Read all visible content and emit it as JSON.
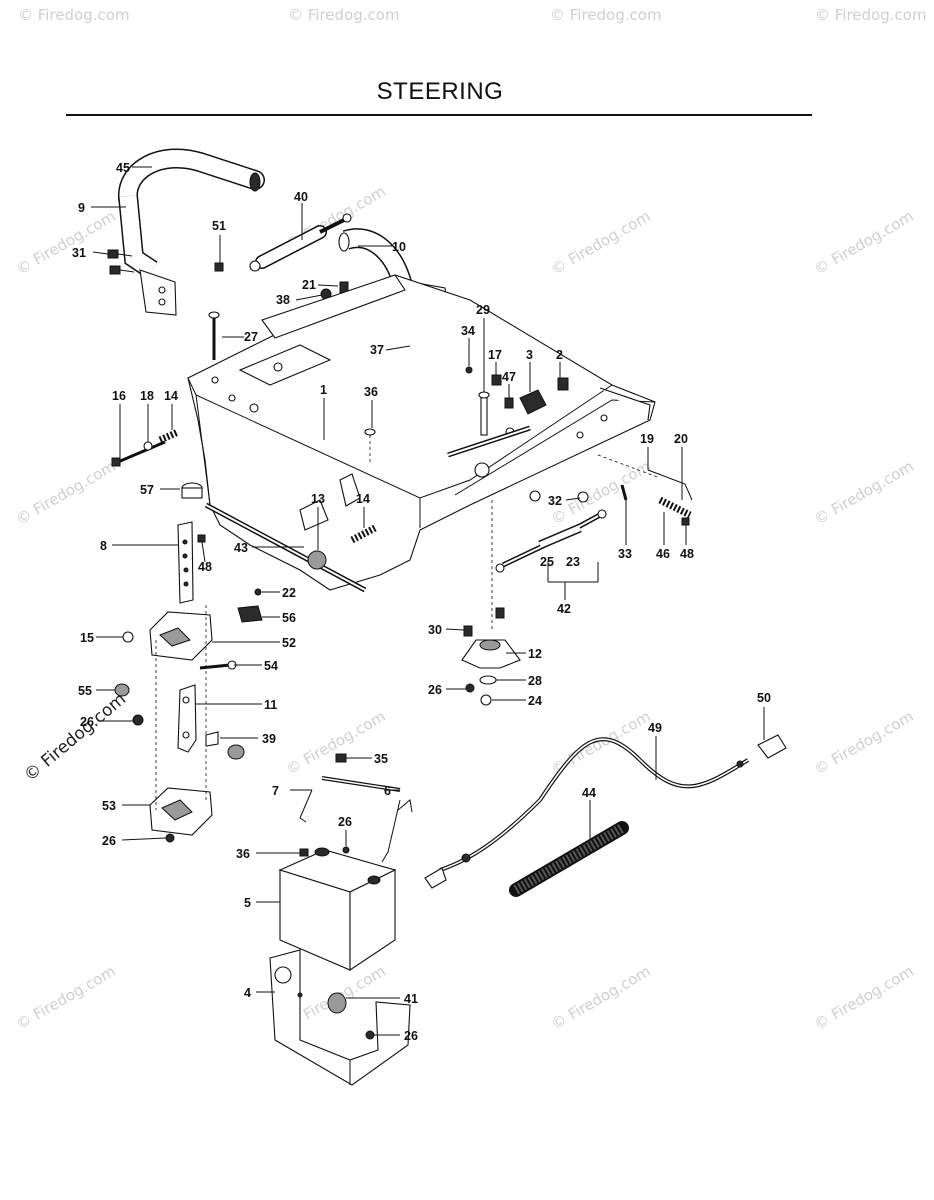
{
  "title": "STEERING",
  "watermark_text": "© Firedog.com",
  "side_watermark_text": "© Firedog.com",
  "callouts": {
    "c45": "45",
    "c9": "9",
    "c31": "31",
    "c40": "40",
    "c51": "51",
    "c10": "10",
    "c21": "21",
    "c38": "38",
    "c27": "27",
    "c37": "37",
    "c29": "29",
    "c34": "34",
    "c17": "17",
    "c3": "3",
    "c2": "2",
    "c47": "47",
    "c16": "16",
    "c18": "18",
    "c14a": "14",
    "c1": "1",
    "c36a": "36",
    "c19": "19",
    "c20": "20",
    "c57": "57",
    "c13": "13",
    "c14b": "14",
    "c32": "32",
    "c33": "33",
    "c46": "46",
    "c48a": "48",
    "c8": "8",
    "c43": "43",
    "c48b": "48",
    "c25": "25",
    "c23": "23",
    "c42": "42",
    "c22": "22",
    "c56": "56",
    "c15": "15",
    "c52": "52",
    "c30": "30",
    "c12": "12",
    "c54": "54",
    "c55": "55",
    "c28": "28",
    "c26a": "26",
    "c24": "24",
    "c11": "11",
    "c50": "50",
    "c49": "49",
    "c26b": "26",
    "c39": "39",
    "c35": "35",
    "c6": "6",
    "c7": "7",
    "c44": "44",
    "c53": "53",
    "c26c": "26",
    "c26d": "26",
    "c36b": "36",
    "c5": "5",
    "c4": "4",
    "c41": "41",
    "c26e": "26"
  }
}
